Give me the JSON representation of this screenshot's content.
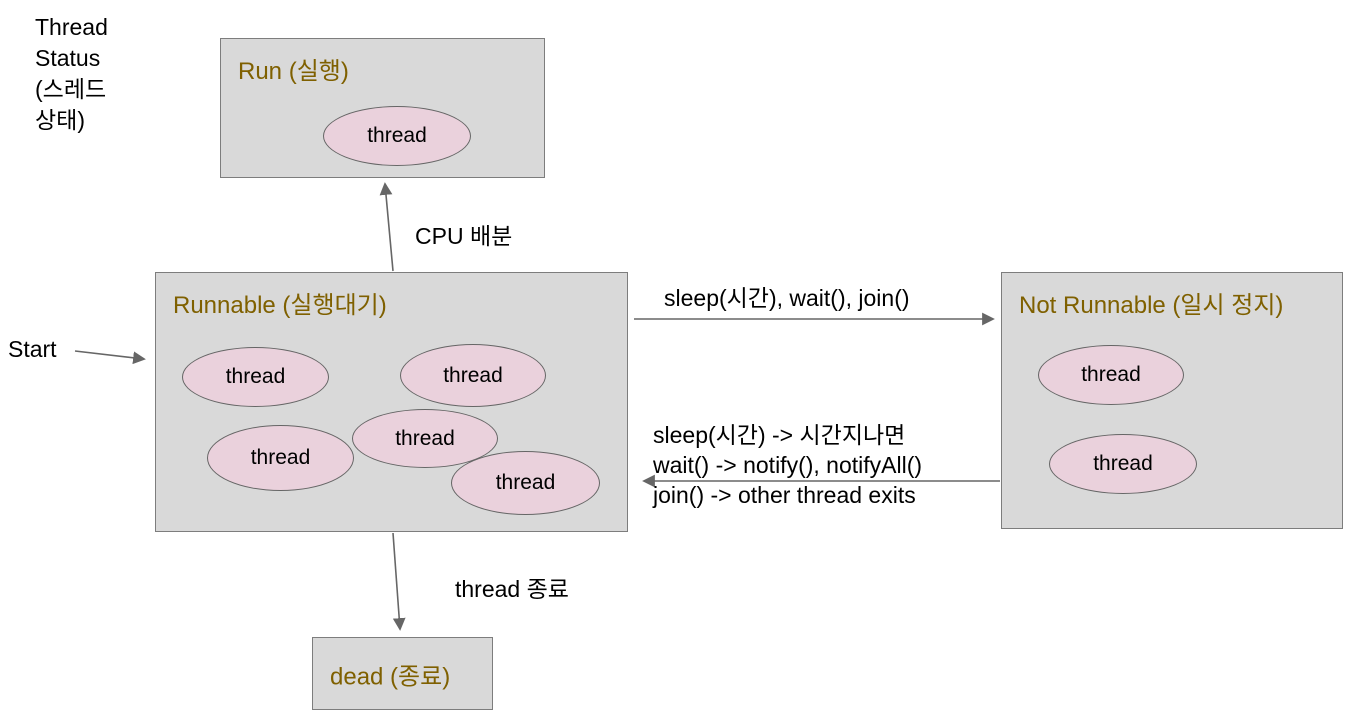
{
  "diagram": {
    "title_lines": [
      "Thread",
      "Status",
      "(스레드",
      "상태)"
    ],
    "start_label": "Start",
    "thread_label": "thread",
    "boxes": {
      "run": {
        "title": "Run (실행)",
        "thread_count": 1
      },
      "runnable": {
        "title": "Runnable (실행대기)",
        "thread_count": 5
      },
      "not_runnable": {
        "title": "Not Runnable (일시 정지)",
        "thread_count": 2
      },
      "dead": {
        "title": "dead (종료)",
        "thread_count": 0
      }
    },
    "transitions": {
      "cpu": {
        "from": "Runnable",
        "to": "Run",
        "label": "CPU 배분"
      },
      "suspend": {
        "from": "Runnable",
        "to": "Not Runnable",
        "label": "sleep(시간), wait(), join()"
      },
      "resume": {
        "from": "Not Runnable",
        "to": "Runnable",
        "label_lines": [
          "sleep(시간) -> 시간지나면",
          "wait() -> notify(), notifyAll()",
          "join() -> other thread exits"
        ]
      },
      "terminate": {
        "from": "Runnable",
        "to": "dead",
        "label": "thread 종료"
      },
      "start": {
        "from": "Start",
        "to": "Runnable",
        "label": ""
      }
    },
    "colors": {
      "box_fill": "#d9d9d9",
      "box_border": "#7d7d7d",
      "ellipse_fill": "#ead1dc",
      "ellipse_border": "#666666",
      "box_title": "#7f6000",
      "text": "#000000",
      "arrow": "#666666"
    }
  }
}
